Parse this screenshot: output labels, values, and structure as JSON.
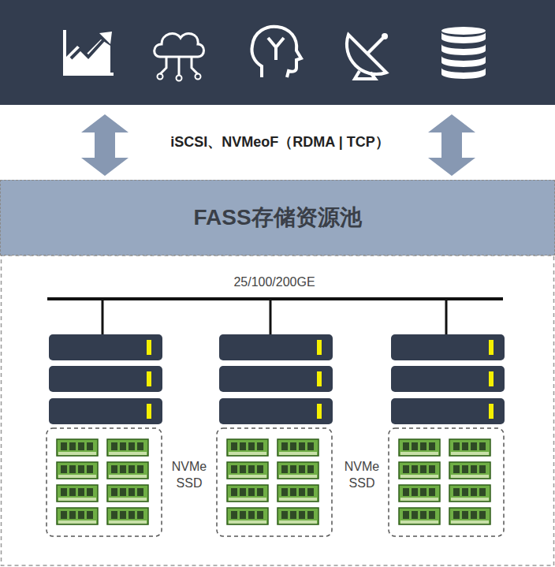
{
  "diagram": {
    "nodes": [
      {
        "text": [
          "FASS存储资源池"
        ]
      }
    ],
    "labels": [
      "iSCSI、NVMeoF（RDMA | TCP）",
      "25/100/200GE",
      "NVMe SSD",
      "NVMe SSD"
    ]
  }
}
